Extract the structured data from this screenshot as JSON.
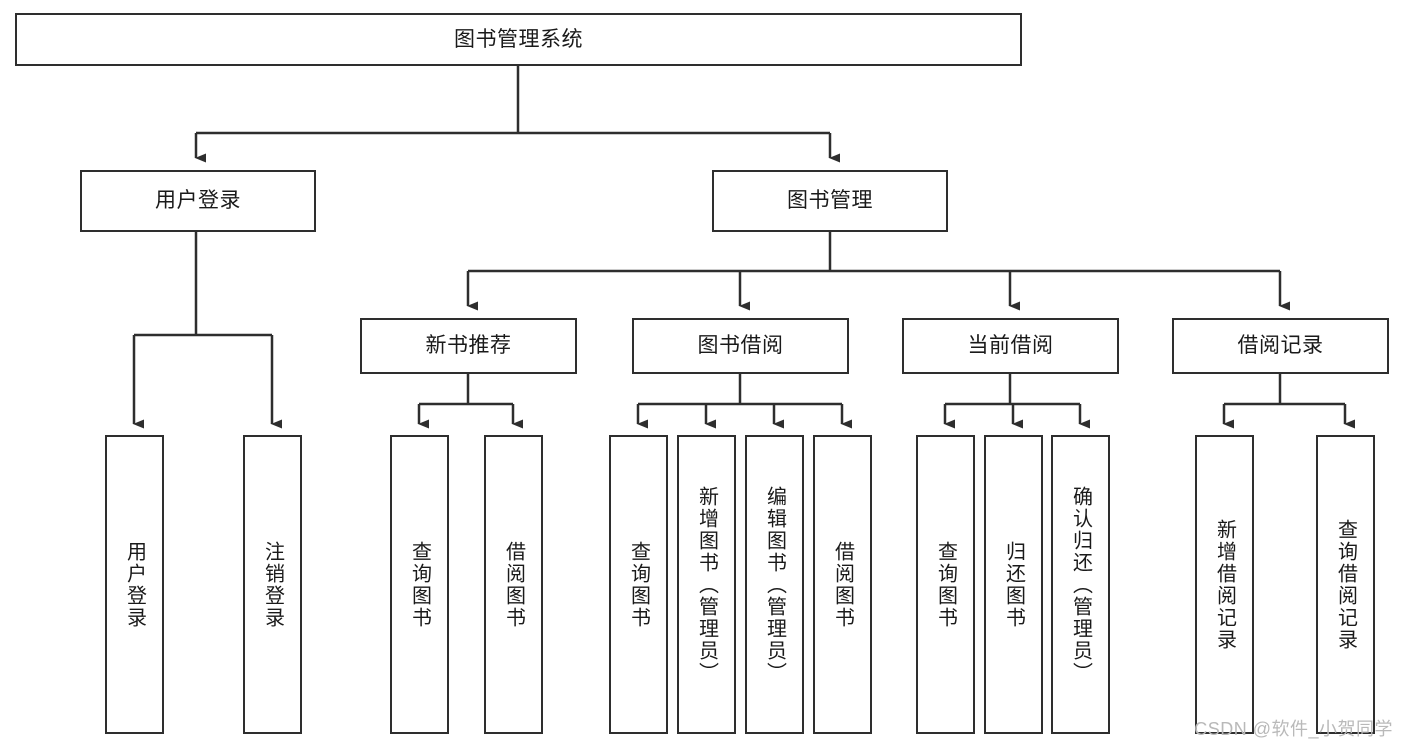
{
  "diagram": {
    "type": "tree-hierarchy",
    "title": "图书管理系统",
    "orientation": "top-down",
    "colors": {
      "box_border": "#2e2e2e",
      "box_fill": "#ffffff",
      "connector": "#2e2e2e",
      "text": "#1a1a1a",
      "watermark": "#b9b9b9"
    },
    "levels": {
      "root": {
        "label": "图书管理系统"
      },
      "level2": [
        {
          "label": "用户登录"
        },
        {
          "label": "图书管理"
        }
      ],
      "level3": [
        {
          "label": "新书推荐"
        },
        {
          "label": "图书借阅"
        },
        {
          "label": "当前借阅"
        },
        {
          "label": "借阅记录"
        }
      ],
      "leaves": {
        "user_login": [
          {
            "label": "用户登录"
          },
          {
            "label": "注销登录"
          }
        ],
        "new_book_recommend": [
          {
            "label": "查询图书"
          },
          {
            "label": "借阅图书"
          }
        ],
        "book_borrow": [
          {
            "label": "查询图书"
          },
          {
            "label": "新增图书（管理员）"
          },
          {
            "label": "编辑图书（管理员）"
          },
          {
            "label": "借阅图书"
          }
        ],
        "current_borrow": [
          {
            "label": "查询图书"
          },
          {
            "label": "归还图书"
          },
          {
            "label": "确认归还（管理员）"
          }
        ],
        "borrow_records": [
          {
            "label": "新增借阅记录"
          },
          {
            "label": "查询借阅记录"
          }
        ]
      }
    }
  },
  "watermark": {
    "text": "CSDN @软件_小贺同学"
  }
}
